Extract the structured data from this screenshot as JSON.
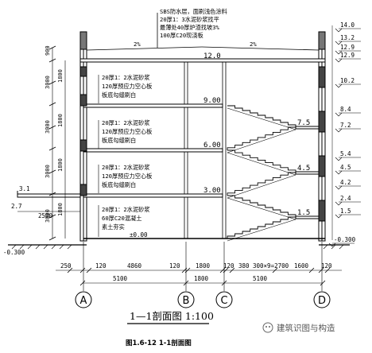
{
  "roof_notes": [
    "SBS防水层，面刷浅色涂料",
    "20厚1：3水泥砂浆找平",
    "最薄处40厚炉渣找坡3%",
    "100厚C20现浇板"
  ],
  "roof_slopes": [
    "2%",
    "2%"
  ],
  "floor_note_lines": [
    "20厚1：2水泥砂浆",
    "120厚预应力空心板",
    "板底勾缝刷白"
  ],
  "ground_note_lines": [
    "20厚1：2水泥砂浆",
    "60厚C20混凝土",
    "素土夯实"
  ],
  "ground_level": "±0.00",
  "inner_levels": [
    "12.0",
    "9.00",
    "6.00",
    "3.00"
  ],
  "stair_levels": [
    "7.5",
    "4.5",
    "1.5"
  ],
  "right_levels": [
    "14.0",
    "13.2",
    "12.9",
    "12.9",
    "10.2",
    "8.4",
    "7.2",
    "5.4",
    "4.5",
    "4.2",
    "2.4",
    "1.5",
    "-0.300"
  ],
  "left_levels": [
    "3.1",
    "2.7",
    "-0.300"
  ],
  "left_vertical_dims": [
    "900",
    "3000",
    "1800",
    "3000",
    "1800",
    "3000",
    "1800",
    "3000",
    "1800",
    "1800"
  ],
  "canopy_width": "2500",
  "bottom_dims": [
    "250",
    "120",
    "4860",
    "120",
    "1800",
    "120",
    "380",
    "300×9=2700",
    "1600",
    "120"
  ],
  "axis_dims": [
    "5100",
    "1800",
    "5100"
  ],
  "axis_labels": [
    "A",
    "B",
    "C",
    "D"
  ],
  "title": "1—1剖面图 1:100",
  "caption": "图1.6-12   1-1剖面图",
  "watermark": "建筑识图与构造"
}
